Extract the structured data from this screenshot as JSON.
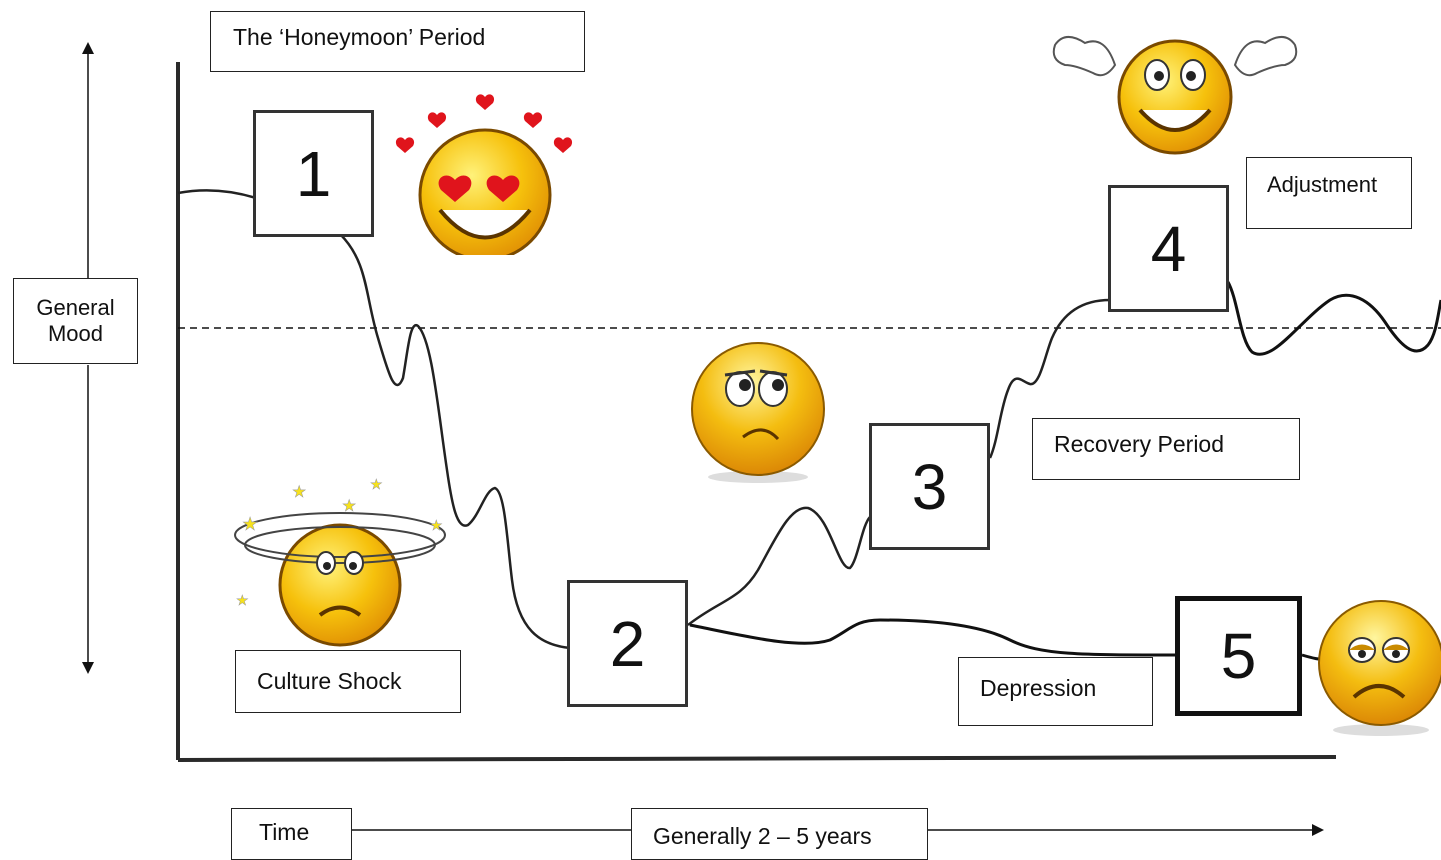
{
  "axes": {
    "y_label_line1": "General",
    "y_label_line2": "Mood",
    "x_label": "Time",
    "x_duration": "Generally 2 – 5 years"
  },
  "stages": [
    {
      "number": "1",
      "label": "The ‘Honeymoon’ Period"
    },
    {
      "number": "2",
      "label": "Culture Shock"
    },
    {
      "number": "3",
      "label": "Recovery Period"
    },
    {
      "number": "4",
      "label": "Adjustment"
    },
    {
      "number": "5",
      "label": "Depression"
    }
  ],
  "colors": {
    "face_yellow": "#f6c10c",
    "face_orange": "#e79a05",
    "heart_red": "#e0141c",
    "star_yellow": "#f7e21c",
    "line": "#111111"
  },
  "icons": [
    "in-love-face-icon",
    "dizzy-face-icon",
    "doubtful-face-icon",
    "cheering-face-icon",
    "sad-face-icon"
  ]
}
